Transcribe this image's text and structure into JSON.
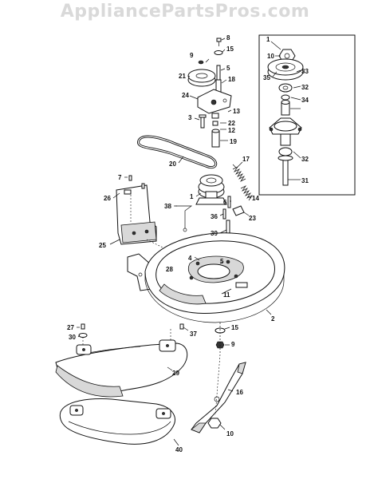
{
  "watermark": "AppliancePartsPros.com",
  "parts": [
    {
      "id": "p1a",
      "label": "1"
    },
    {
      "id": "p1b",
      "label": "1"
    },
    {
      "id": "p2",
      "label": "2"
    },
    {
      "id": "p3",
      "label": "3"
    },
    {
      "id": "p4",
      "label": "4"
    },
    {
      "id": "p5a",
      "label": "5"
    },
    {
      "id": "p5b",
      "label": "5"
    },
    {
      "id": "p6",
      "label": "6"
    },
    {
      "id": "p7",
      "label": "7"
    },
    {
      "id": "p8",
      "label": "8"
    },
    {
      "id": "p9a",
      "label": "9"
    },
    {
      "id": "p9b",
      "label": "9"
    },
    {
      "id": "p10a",
      "label": "10"
    },
    {
      "id": "p10b",
      "label": "10"
    },
    {
      "id": "p11",
      "label": "11"
    },
    {
      "id": "p12",
      "label": "12"
    },
    {
      "id": "p13",
      "label": "13"
    },
    {
      "id": "p14",
      "label": "14"
    },
    {
      "id": "p15a",
      "label": "15"
    },
    {
      "id": "p15b",
      "label": "15"
    },
    {
      "id": "p16",
      "label": "16"
    },
    {
      "id": "p17",
      "label": "17"
    },
    {
      "id": "p18",
      "label": "18"
    },
    {
      "id": "p19",
      "label": "19"
    },
    {
      "id": "p20",
      "label": "20"
    },
    {
      "id": "p21",
      "label": "21"
    },
    {
      "id": "p22",
      "label": "22"
    },
    {
      "id": "p23",
      "label": "23"
    },
    {
      "id": "p24",
      "label": "24"
    },
    {
      "id": "p25",
      "label": "25"
    },
    {
      "id": "p26",
      "label": "26"
    },
    {
      "id": "p27",
      "label": "27"
    },
    {
      "id": "p28",
      "label": "28"
    },
    {
      "id": "p29",
      "label": "29"
    },
    {
      "id": "p30",
      "label": "30"
    },
    {
      "id": "p31",
      "label": "31"
    },
    {
      "id": "p32a",
      "label": "32"
    },
    {
      "id": "p32b",
      "label": "32"
    },
    {
      "id": "p33",
      "label": "33"
    },
    {
      "id": "p34",
      "label": "34"
    },
    {
      "id": "p35",
      "label": "35"
    },
    {
      "id": "p36",
      "label": "36"
    },
    {
      "id": "p37",
      "label": "37"
    },
    {
      "id": "p38",
      "label": "38"
    },
    {
      "id": "p39",
      "label": "39"
    },
    {
      "id": "p40",
      "label": "40"
    }
  ]
}
